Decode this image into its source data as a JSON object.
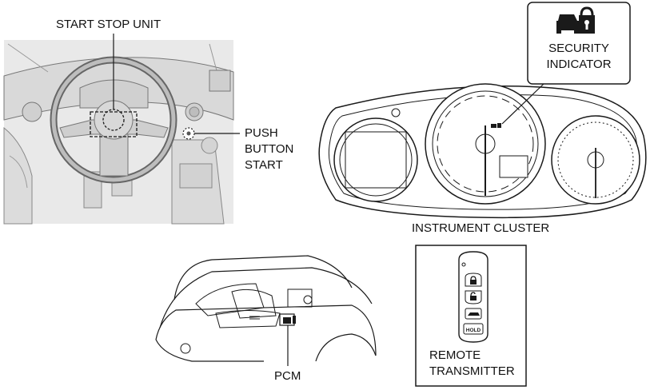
{
  "labels": {
    "start_stop_unit": "START STOP UNIT",
    "push_button_start": [
      "PUSH",
      "BUTTON",
      "START"
    ],
    "security_indicator": [
      "SECURITY",
      "INDICATOR"
    ],
    "instrument_cluster": "INSTRUMENT CLUSTER",
    "pcm": "PCM",
    "remote_transmitter": [
      "REMOTE",
      "TRANSMITTER"
    ],
    "hold_button": "HOLD"
  },
  "colors": {
    "line": "#1a1a1a",
    "interior_fill": "#e6e6e6",
    "dark_fill": "#c8c8c8"
  }
}
